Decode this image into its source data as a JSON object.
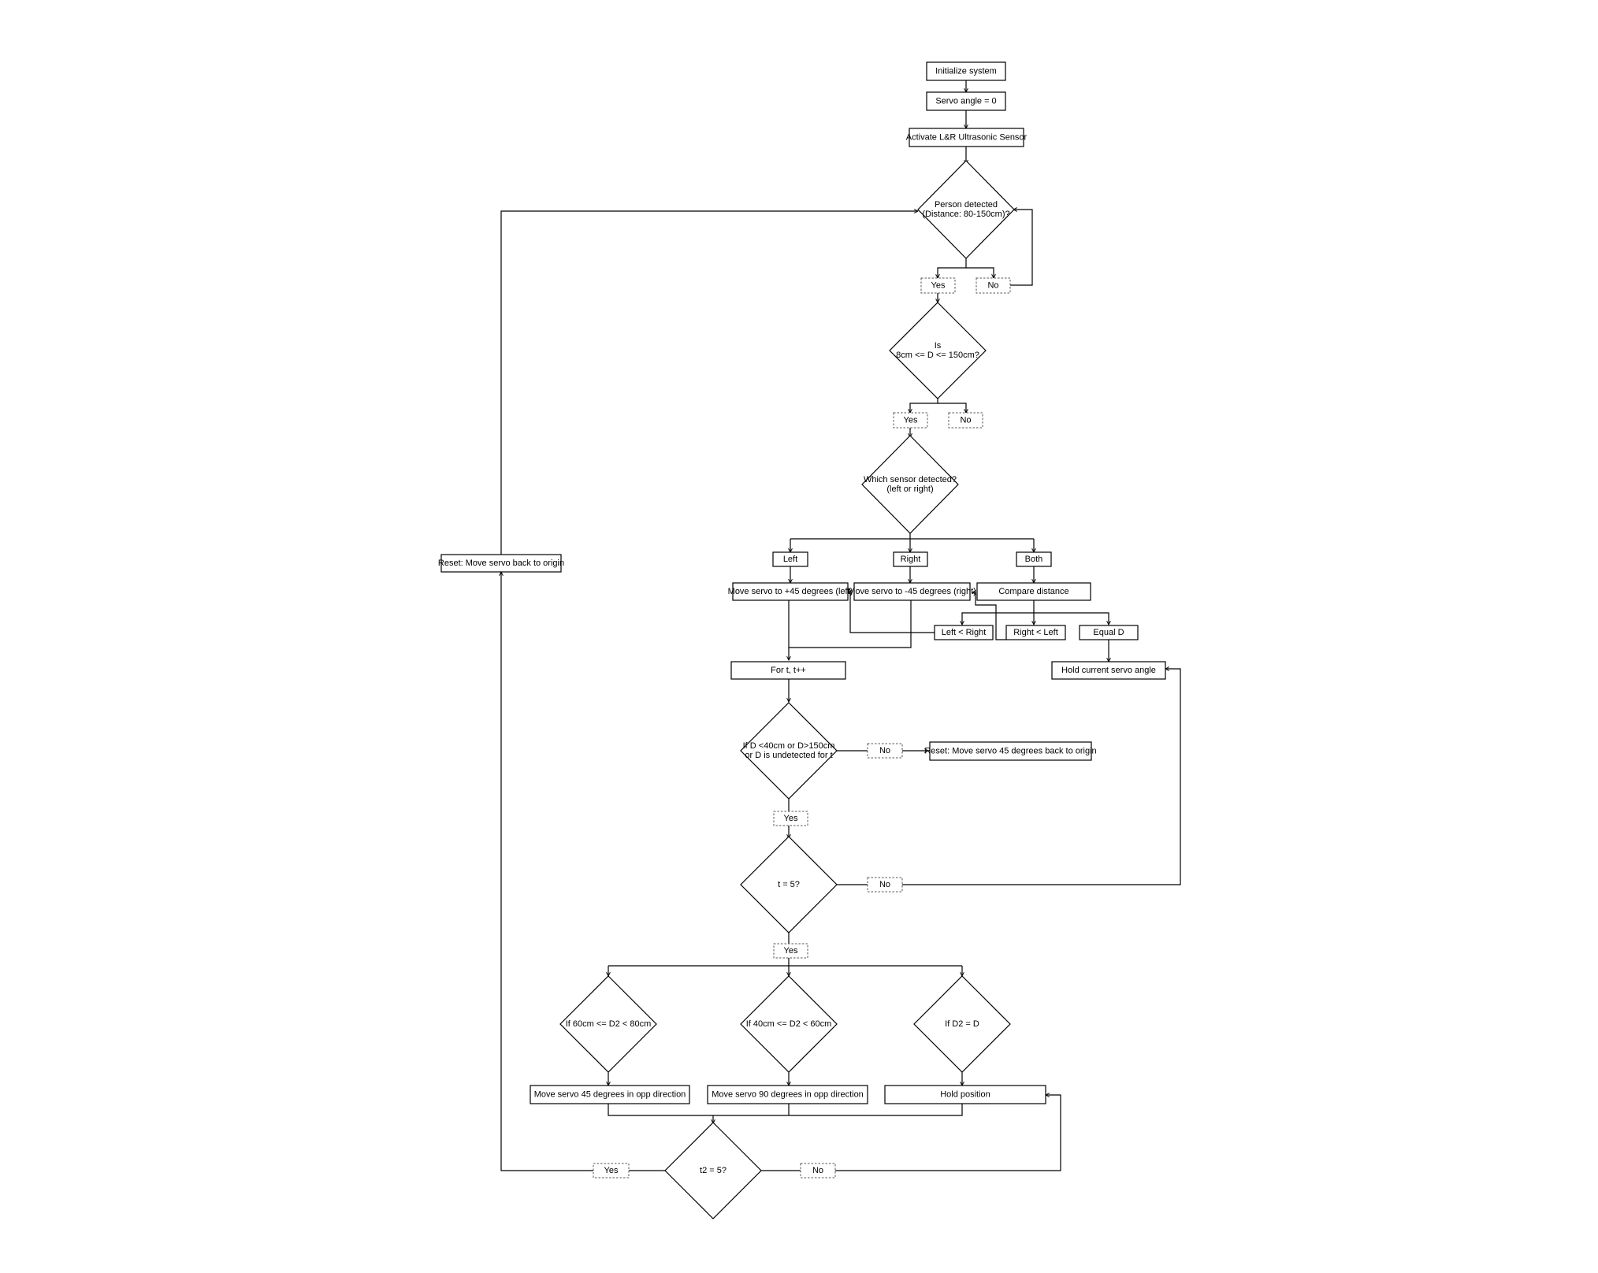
{
  "flowchart": {
    "nodes": {
      "init": "Initialize system",
      "servo0": "Servo angle = 0",
      "activate": "Activate L&R Ultrasonic Sensor",
      "person": [
        "Person detected",
        "(Distance: 80-150cm)?"
      ],
      "yes1": "Yes",
      "no1": "No",
      "range": [
        "Is",
        "8cm <= D <= 150cm?"
      ],
      "yes2": "Yes",
      "no2": "No",
      "which": [
        "Which sensor detected?",
        "(left or right)"
      ],
      "left": "Left",
      "right": "Right",
      "both": "Both",
      "moveLeft": "Move servo to +45 degrees (left)",
      "moveRight": "Move servo to -45 degrees (right)",
      "compare": "Compare distance",
      "lr": "Left < Right",
      "rl": "Right < Left",
      "eq": "Equal D",
      "hold": "Hold current servo angle",
      "fort": "For t, t++",
      "cond1": [
        "If D <40cm or D>150cm",
        "or D is undetected for t"
      ],
      "no3": "No",
      "reset45": "Reset: Move servo 45 degrees back to origin",
      "yes3": "Yes",
      "t5": "t = 5?",
      "no4": "No",
      "yes4": "Yes",
      "d1": "If 60cm <= D2 < 80cm",
      "d2": "If 40cm <= D2 < 60cm",
      "d3": "If D2 = D",
      "m45": "Move servo 45 degrees in opp direction",
      "m90": "Move servo 90 degrees in opp direction",
      "holdpos": "Hold position",
      "t2": "t2 = 5?",
      "yes5": "Yes",
      "no5": "No",
      "resetOrigin": "Reset: Move servo back to origin"
    }
  }
}
